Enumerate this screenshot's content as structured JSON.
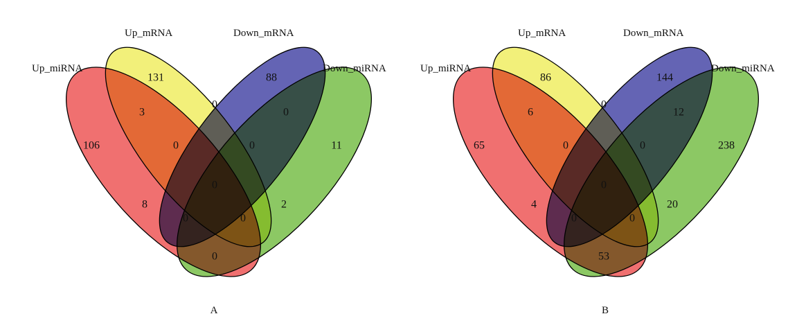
{
  "panels": [
    {
      "letter": "A",
      "set_labels": {
        "up_mirna": "Up_miRNA",
        "up_mrna": "Up_mRNA",
        "down_mrna": "Down_mRNA",
        "down_mirna": "Down_miRNA"
      },
      "regions": {
        "a_only": "106",
        "b_only": "131",
        "c_only": "88",
        "d_only": "11",
        "ab": "3",
        "bc": "0",
        "cd": "0",
        "abc": "0",
        "bcd": "0",
        "abcd": "0",
        "ac": "8",
        "bd": "2",
        "acd": "0",
        "abd": "0",
        "ad": "0"
      }
    },
    {
      "letter": "B",
      "set_labels": {
        "up_mirna": "Up_miRNA",
        "up_mrna": "Up_mRNA",
        "down_mrna": "Down_mRNA",
        "down_mirna": "Down_miRNA"
      },
      "regions": {
        "a_only": "65",
        "b_only": "86",
        "c_only": "144",
        "d_only": "238",
        "ab": "6",
        "bc": "0",
        "cd": "12",
        "abc": "0",
        "bcd": "0",
        "abcd": "0",
        "ac": "4",
        "bd": "20",
        "acd": "0",
        "abd": "0",
        "ad": "53"
      }
    }
  ],
  "colors": {
    "set_a": "#f07070",
    "set_b": "#f2f07a",
    "set_c": "#6464b4",
    "set_d": "#8cc864"
  }
}
